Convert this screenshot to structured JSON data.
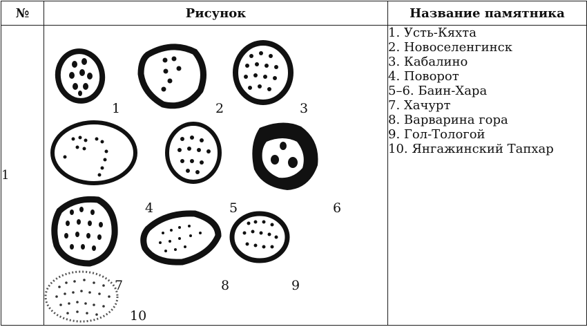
{
  "table": {
    "headers": [
      "№",
      "Рисунок",
      "Название памятника"
    ],
    "row": {
      "number": "1",
      "figure_labels": [
        "1",
        "2",
        "3",
        "4",
        "5",
        "6",
        "7",
        "8",
        "9",
        "10"
      ],
      "names": [
        "1. Усть-Кяхта",
        "2. Новоселенгинск",
        "3. Кабалино",
        "4. Поворот",
        "5–6. Баин-Хара",
        "7. Хачурт",
        "8. Варварина гора",
        "9. Гол-Тологой",
        "10. Янгажинский Тапхар"
      ]
    }
  }
}
